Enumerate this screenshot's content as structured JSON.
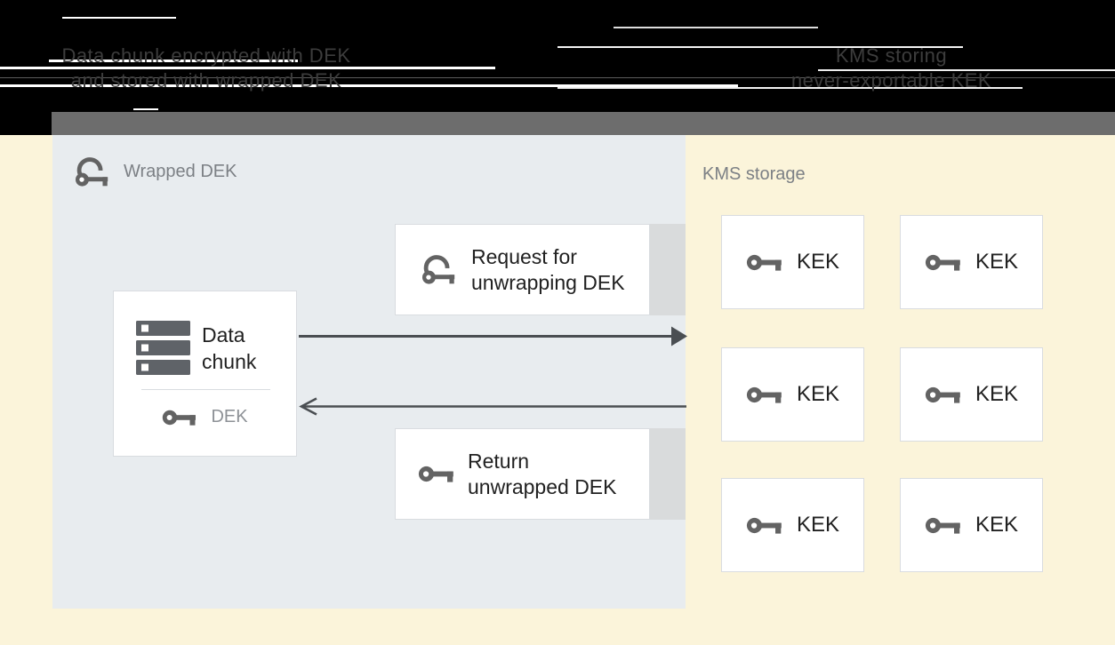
{
  "header": {
    "left_caption_line1": "Data chunk encrypted with DEK",
    "left_caption_line2": "and stored with wrapped DEK",
    "right_caption_line1": "KMS storing",
    "right_caption_line2": "never-exportable KEK"
  },
  "wrapped_dek_panel": {
    "label": "Wrapped DEK",
    "data_chunk_box": {
      "title": "Data\nchunk",
      "key_label": "DEK"
    },
    "request_box_label": "Request for\nunwrapping DEK",
    "return_box_label": "Return\nunwrapped DEK"
  },
  "kms_panel": {
    "label": "KMS storage",
    "kek_boxes": [
      {
        "label": "KEK"
      },
      {
        "label": "KEK"
      },
      {
        "label": "KEK"
      },
      {
        "label": "KEK"
      },
      {
        "label": "KEK"
      },
      {
        "label": "KEK"
      }
    ]
  },
  "icons": {
    "wrapped_key": "wrapped-key-icon",
    "key": "key-icon",
    "storage_stack": "storage-stack-icon",
    "arrow_right": "request-arrow",
    "arrow_left": "return-arrow"
  },
  "colors": {
    "background": "#fbf4da",
    "panel_blue": "#e8ecef",
    "header_black": "#000000",
    "header_gray_band": "#6d6d6d",
    "header_text": "#3d3d3d",
    "box_border": "#d9dce0",
    "box_side_strip": "#d9dbdc",
    "icon_gray": "#636363",
    "text_dark": "#212121",
    "text_muted": "#7c8085",
    "arrow": "#4a4e52"
  }
}
